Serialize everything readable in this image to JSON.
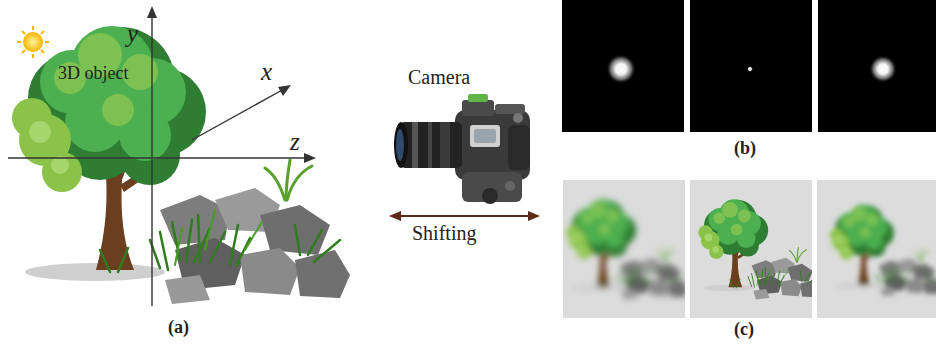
{
  "diagram": {
    "labels": [
      "y",
      "x",
      "3D object",
      "z",
      "Camera",
      "Shifting",
      "(a)",
      "(b)",
      "(c)"
    ]
  }
}
